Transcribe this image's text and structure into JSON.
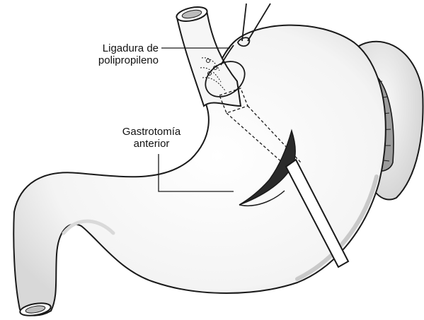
{
  "labels": {
    "ligature": {
      "line1": "Ligadura de",
      "line2": "polipropileno"
    },
    "gastrotomy": {
      "line1": "Gastrotomía",
      "line2": "anterior"
    }
  },
  "colors": {
    "ink": "#1a1a1a",
    "organ_fill": "#f7f7f7",
    "shadow": "#d2d2d2",
    "cavity": "#2a2a2a"
  }
}
